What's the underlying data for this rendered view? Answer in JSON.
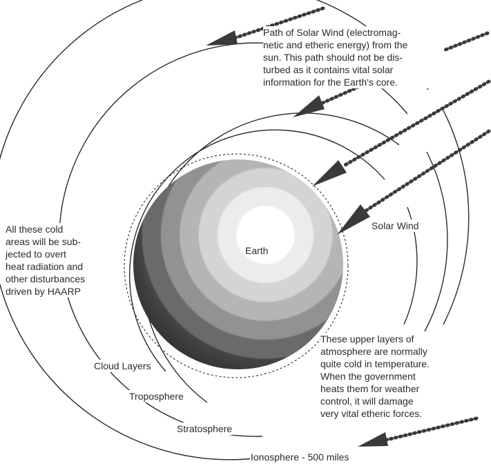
{
  "labels": {
    "solar_wind_path_note": "Path of Solar Wind (electromag-\nnetic and etheric energy) from the\nsun. This path should not be dis-\nturbed as it contains vital solar\ninformation for the Earth's core.",
    "solar_wind": "Solar Wind",
    "earth": "Earth",
    "cold_areas_note": "All these cold\nareas will be sub-\njected  to overt\nheat radiation and\nother disturbances\ndriven by HAARP",
    "upper_layers_note": "These upper layers of\natmosphere are normally\nquite cold in temperature.\nWhen the government\nheats them for weather\ncontrol, it will damage\nvery vital etheric forces.",
    "cloud_layers": "Cloud Layers",
    "troposphere": "Troposphere",
    "stratosphere": "Stratosphere",
    "ionosphere": "Ionosphere - 500 miles"
  },
  "colors": {
    "ink": "#2a2a2a",
    "earth_core": "#ffffff",
    "earth_rim": "#2f2f2f",
    "arrow": "#3a3a3a"
  }
}
